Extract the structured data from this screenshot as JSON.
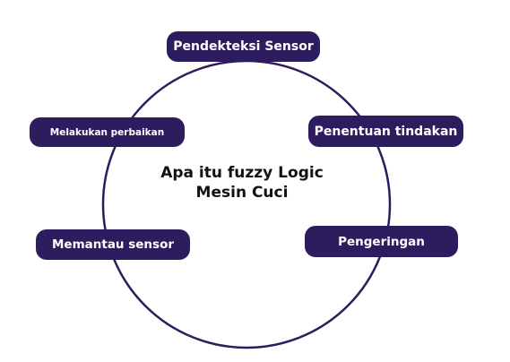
{
  "diagram": {
    "title_lines": [
      "Apa itu fuzzy Logic",
      "Mesin Cuci"
    ],
    "nodes": [
      {
        "label": "Pendekteksi Sensor"
      },
      {
        "label": "Penentuan tindakan"
      },
      {
        "label": "Pengeringan"
      },
      {
        "label": "Memantau sensor"
      },
      {
        "label": "Melakukan perbaikan"
      }
    ],
    "colors": {
      "node_fill": "#2e1d5e",
      "ring_stroke": "#2e1d5e",
      "node_text": "#ffffff",
      "title_text": "#111111"
    }
  }
}
